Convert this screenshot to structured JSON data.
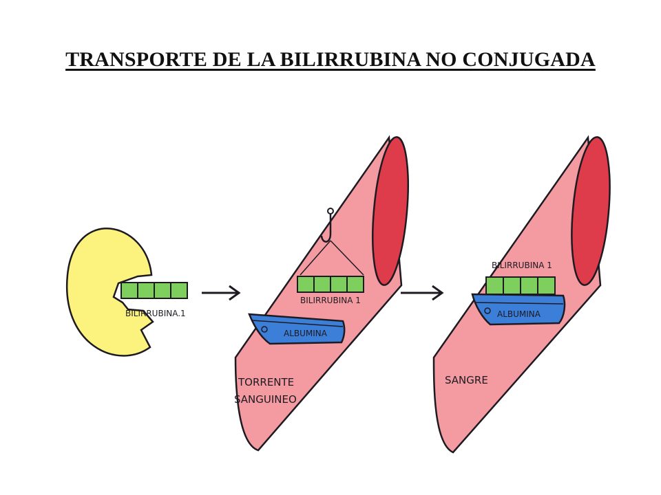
{
  "title": "TRANSPORTE DE LA BILIRRUBINA NO CONJUGADA",
  "labels": {
    "cell_cargo": "BILIRRUBINA.1",
    "crane_cargo": "BILIRRUBINA 1",
    "ship1_name": "ALBUMINA",
    "vessel1_line1": "TORRENTE",
    "vessel1_line2": "SANGUINEO",
    "cargo2": "BILIRRUBINA 1",
    "ship2_name": "ALBUMINA",
    "vessel2": "SANGRE"
  },
  "colors": {
    "cell": "#fbf37d",
    "vessel": "#f49aa1",
    "vessel_opening": "#de3c4b",
    "cargo": "#7fcf5f",
    "ship": "#3b7fd8",
    "ink": "#1e1a22"
  }
}
